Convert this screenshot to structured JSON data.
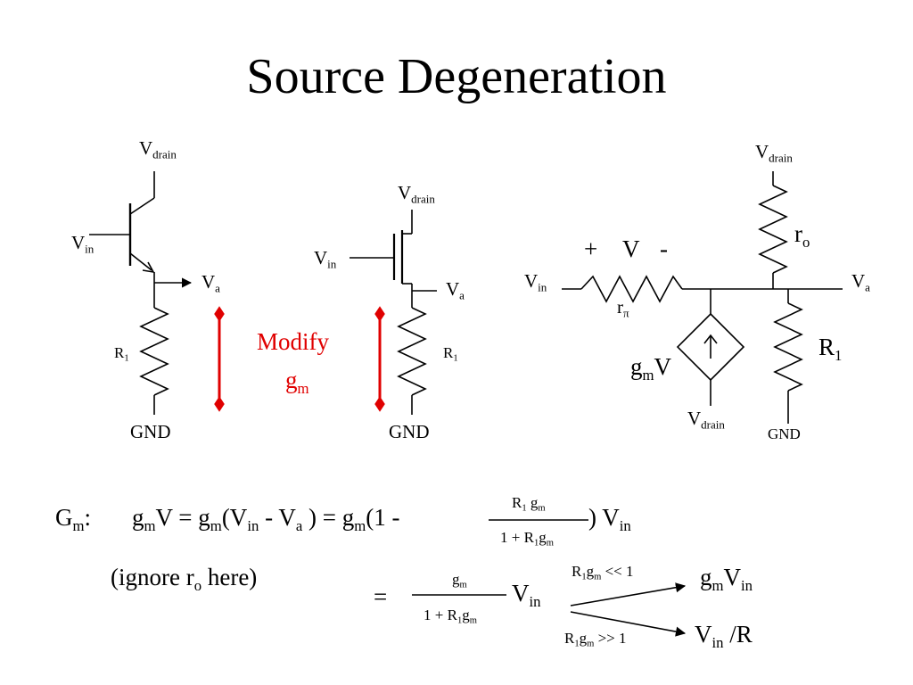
{
  "title": "Source Degeneration",
  "colors": {
    "accent": "#e00000",
    "ink": "#000000"
  },
  "left_circuit": {
    "vdrain": {
      "main": "V",
      "sub": "drain"
    },
    "vin": {
      "main": "V",
      "sub": "in"
    },
    "va": {
      "main": "V",
      "sub": "a"
    },
    "r1": {
      "main": "R",
      "sub": "1"
    },
    "gnd": "GND"
  },
  "middle_circuit": {
    "vdrain": {
      "main": "V",
      "sub": "drain"
    },
    "vin": {
      "main": "V",
      "sub": "in"
    },
    "va": {
      "main": "V",
      "sub": "a"
    },
    "r1": {
      "main": "R",
      "sub": "1"
    },
    "gnd": "GND"
  },
  "modify": {
    "line1": "Modify",
    "g": "g",
    "g_sub": "m"
  },
  "small_signal": {
    "vdrain_top": {
      "main": "V",
      "sub": "drain"
    },
    "ro": {
      "main": "r",
      "sub": "o"
    },
    "v_polarity": {
      "plus": "+",
      "v": "V",
      "minus": "-"
    },
    "vin": {
      "main": "V",
      "sub": "in"
    },
    "va": {
      "main": "V",
      "sub": "a"
    },
    "rpi": {
      "main": "r",
      "sub": "π"
    },
    "gmv": {
      "g": "g",
      "sub": "m",
      "v": "V"
    },
    "r1": {
      "main": "R",
      "sub": "1"
    },
    "vdrain_bottom": {
      "main": "V",
      "sub": "drain"
    },
    "gnd": "GND"
  },
  "equations": {
    "gm_label": {
      "main": "G",
      "sub": "m",
      "tail": ":"
    },
    "line1": {
      "a": "g",
      "a_sub": "m",
      "b": "V = g",
      "b_sub": "m",
      "c": "(V",
      "c_sub": "in",
      "d": " - V",
      "d_sub": "a",
      "e": " ) = g",
      "e_sub": "m",
      "f": "(1 -"
    },
    "frac1": {
      "num": {
        "a": "R",
        "a_sub": "1",
        "b": " g",
        "b_sub": "m"
      },
      "den": {
        "a": "1 + R",
        "a_sub": "1",
        "b": "g",
        "b_sub": "m"
      }
    },
    "line1_tail": {
      "a": ") V",
      "a_sub": "in"
    },
    "note": {
      "a": "(ignore r",
      "a_sub": "o",
      "b": " here)"
    },
    "equals": "=",
    "frac2": {
      "num": {
        "a": "g",
        "a_sub": "m"
      },
      "den": {
        "a": "1 + R",
        "a_sub": "1",
        "b": "g",
        "b_sub": "m"
      }
    },
    "frac2_tail": {
      "a": "V",
      "a_sub": "in"
    },
    "cond_high": {
      "a": "R",
      "a_sub": "1",
      "b": "g",
      "b_sub": "m",
      "c": " << 1"
    },
    "result_high": {
      "a": "g",
      "a_sub": "m",
      "b": "V",
      "b_sub": "in"
    },
    "cond_low": {
      "a": "R",
      "a_sub": "1",
      "b": "g",
      "b_sub": "m",
      "c": " >> 1"
    },
    "result_low": {
      "a": "V",
      "a_sub": "in",
      "b": " /R"
    }
  }
}
